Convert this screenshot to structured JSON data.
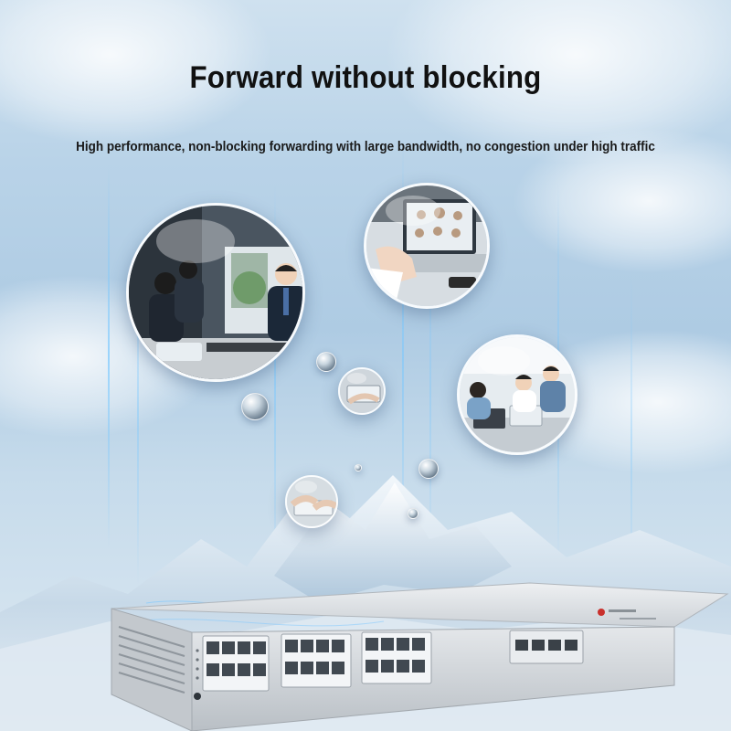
{
  "hero": {
    "title": "Forward without blocking",
    "subtitle": "High performance, non-blocking forwarding with large bandwidth, no congestion under high traffic"
  },
  "switch": {
    "rj45_port_count": 24,
    "sfp_port_count": 4
  },
  "colors": {
    "sky_top": "#cfe1ef",
    "sky_mid": "#aecbe3",
    "text": "#111111",
    "switch_body": "#dcdfe3",
    "accent_beam": "#78c8ff"
  }
}
